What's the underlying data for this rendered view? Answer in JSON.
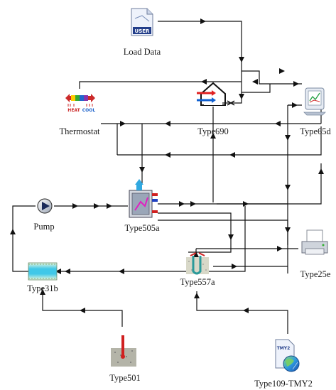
{
  "components": {
    "load_data": {
      "label": "Load Data",
      "icon": "user-file-icon",
      "icon_text": "USER"
    },
    "type690": {
      "label": "Type690",
      "icon": "house-heat-exchanger-icon"
    },
    "thermostat": {
      "label": "Thermostat",
      "icon": "thermostat-icon",
      "heat_text": "HEAT",
      "cool_text": "COOL"
    },
    "type65d": {
      "label": "Type65d",
      "icon": "monitor-plot-icon"
    },
    "pump": {
      "label": "Pump",
      "icon": "pump-icon"
    },
    "type505a": {
      "label": "Type505a",
      "icon": "heat-pump-icon"
    },
    "type25e": {
      "label": "Type25e",
      "icon": "printer-icon"
    },
    "type31b": {
      "label": "Type31b",
      "icon": "pipe-icon"
    },
    "type557a": {
      "label": "Type557a",
      "icon": "borehole-exchanger-icon"
    },
    "type501": {
      "label": "Type501",
      "icon": "soil-temperature-icon"
    },
    "type109": {
      "label": "Type109-TMY2",
      "icon": "weather-data-icon",
      "icon_text": "TMY2"
    }
  },
  "colors": {
    "wire": "#111111",
    "heat": "#e02020",
    "cool": "#1060d0",
    "pipe_fill": "#40c8e8",
    "soil": "#b4b4a8"
  }
}
